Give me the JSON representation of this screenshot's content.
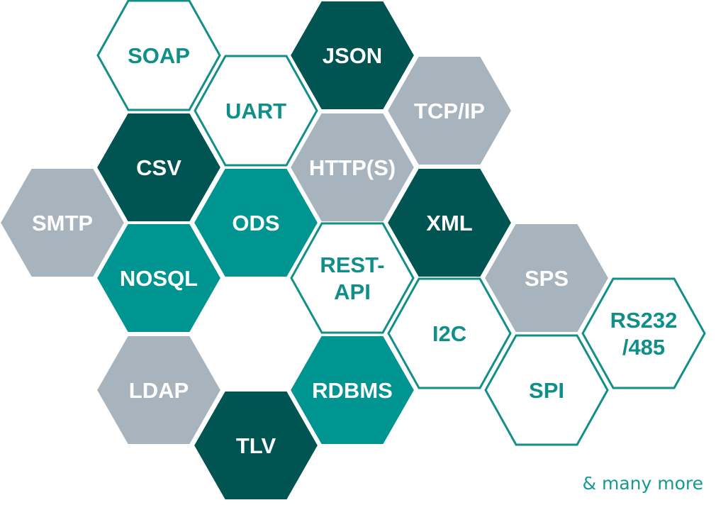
{
  "colors": {
    "dark": "#005552",
    "teal": "#009590",
    "gray": "#a8b4bd",
    "outline": "#138f89",
    "outline_text": "#0f8f88",
    "filled_text": "#ffffff"
  },
  "hexagons": [
    {
      "id": "soap",
      "lines": [
        "SOAP"
      ],
      "style": "outline"
    },
    {
      "id": "json",
      "lines": [
        "JSON"
      ],
      "style": "dark"
    },
    {
      "id": "uart",
      "lines": [
        "UART"
      ],
      "style": "outline"
    },
    {
      "id": "tcpip",
      "lines": [
        "TCP/IP"
      ],
      "style": "gray"
    },
    {
      "id": "csv",
      "lines": [
        "CSV"
      ],
      "style": "dark"
    },
    {
      "id": "https",
      "lines": [
        "HTTP(S)"
      ],
      "style": "gray"
    },
    {
      "id": "smtp",
      "lines": [
        "SMTP"
      ],
      "style": "gray"
    },
    {
      "id": "ods",
      "lines": [
        "ODS"
      ],
      "style": "teal"
    },
    {
      "id": "xml",
      "lines": [
        "XML"
      ],
      "style": "dark"
    },
    {
      "id": "nosql",
      "lines": [
        "NOSQL"
      ],
      "style": "teal"
    },
    {
      "id": "restapi",
      "lines": [
        "REST-",
        "API"
      ],
      "style": "outline"
    },
    {
      "id": "sps",
      "lines": [
        "SPS"
      ],
      "style": "gray"
    },
    {
      "id": "i2c",
      "lines": [
        "I2C"
      ],
      "style": "outline"
    },
    {
      "id": "rs232",
      "lines": [
        "RS232",
        "/485"
      ],
      "style": "outline"
    },
    {
      "id": "ldap",
      "lines": [
        "LDAP"
      ],
      "style": "gray"
    },
    {
      "id": "rdbms",
      "lines": [
        "RDBMS"
      ],
      "style": "teal"
    },
    {
      "id": "spi",
      "lines": [
        "SPI"
      ],
      "style": "outline"
    },
    {
      "id": "tlv",
      "lines": [
        "TLV"
      ],
      "style": "dark"
    }
  ],
  "footer": {
    "text": "& many more"
  }
}
